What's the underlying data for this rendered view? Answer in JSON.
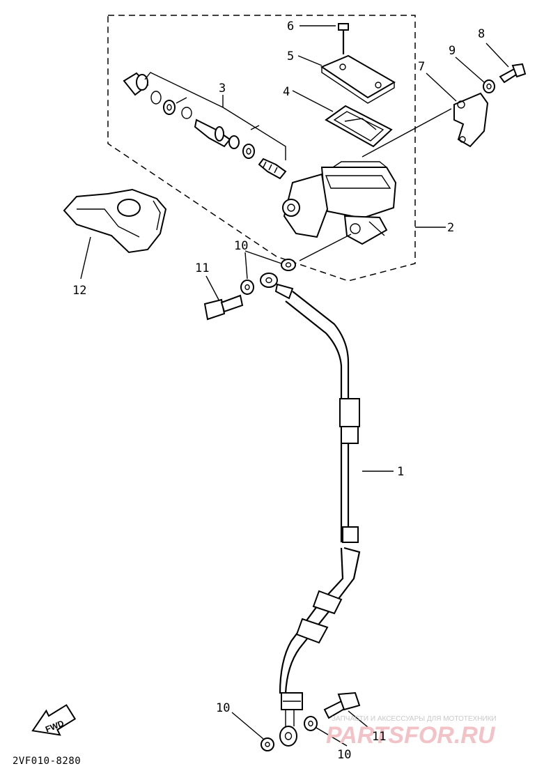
{
  "diagram": {
    "drawing_code": "2VF010-8280",
    "fwd_label": "FWD",
    "callouts": [
      {
        "id": "c1",
        "text": "1"
      },
      {
        "id": "c2",
        "text": "2"
      },
      {
        "id": "c3",
        "text": "3"
      },
      {
        "id": "c4",
        "text": "4"
      },
      {
        "id": "c5",
        "text": "5"
      },
      {
        "id": "c6",
        "text": "6"
      },
      {
        "id": "c7",
        "text": "7"
      },
      {
        "id": "c8",
        "text": "8"
      },
      {
        "id": "c9",
        "text": "9"
      },
      {
        "id": "c10a",
        "text": "10"
      },
      {
        "id": "c10b",
        "text": "10"
      },
      {
        "id": "c10c",
        "text": "10"
      },
      {
        "id": "c11a",
        "text": "11"
      },
      {
        "id": "c11b",
        "text": "11"
      },
      {
        "id": "c12",
        "text": "12"
      }
    ]
  },
  "watermark": {
    "tagline": "ЗАПЧАСТИ И АКСЕССУАРЫ ДЛЯ МОТОТЕХНИКИ",
    "brand": "PARTSFOR.RU",
    "color": "#f3c2c7"
  }
}
